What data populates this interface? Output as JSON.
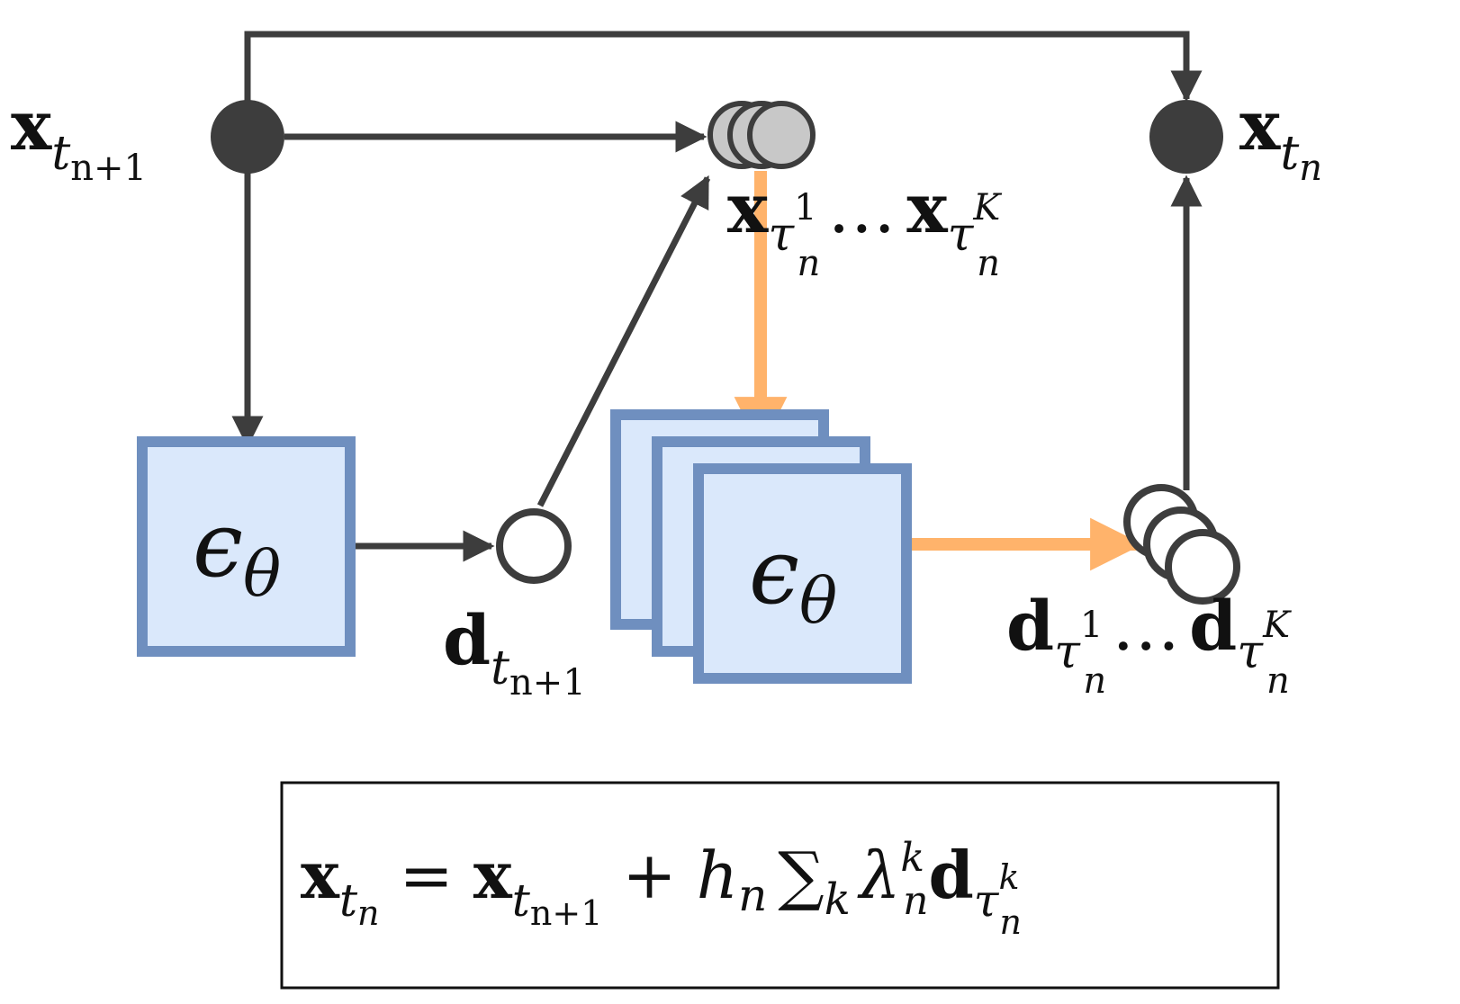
{
  "colors": {
    "arrow_dark": "#3d3d3d",
    "arrow_orange": "#ffb36b",
    "node_dark": "#3d3d3d",
    "node_gray": "#c8c8c8",
    "box_fill": "#dae8fb",
    "box_stroke": "#6f8fbf",
    "formula_border": "#111111"
  },
  "icons": {
    "model": "epsilon-theta-box",
    "sample": "filled-circle",
    "intermediate": "gray-circle-stack",
    "direction": "hollow-circle"
  },
  "labels": {
    "x_tn1": {
      "main": "x",
      "sub": "t",
      "subsub": "n+1"
    },
    "x_tn": {
      "main": "x",
      "sub": "t",
      "subsub": "n"
    },
    "x_tau_1": {
      "main": "x",
      "sub": "τ",
      "subsub": "n",
      "sup": "1"
    },
    "x_tau_K": {
      "main": "x",
      "sub": "τ",
      "subsub": "n",
      "sup": "K"
    },
    "dots": "…",
    "d_tn1": {
      "main": "d",
      "sub": "t",
      "subsub": "n+1"
    },
    "d_tau_1": {
      "main": "d",
      "sub": "τ",
      "subsub": "n",
      "sup": "1"
    },
    "d_tau_K": {
      "main": "d",
      "sub": "τ",
      "subsub": "n",
      "sup": "K"
    },
    "model_left": {
      "main": "ϵ",
      "sub": "θ"
    },
    "model_stack": {
      "main": "ϵ",
      "sub": "θ"
    }
  },
  "formula": {
    "lhs_main": "x",
    "lhs_sub": "t",
    "lhs_subsub": "n",
    "equals": "=",
    "x_main": "x",
    "x_sub": "t",
    "x_subsub": "n+1",
    "plus": "+",
    "h": "h",
    "h_sub": "n",
    "sum": "∑",
    "sum_sub": "k",
    "lambda": "λ",
    "lambda_sub": "n",
    "lambda_sup": "k",
    "d_main": "d",
    "d_sub": "τ",
    "d_subsub": "n",
    "d_sup": "k"
  }
}
